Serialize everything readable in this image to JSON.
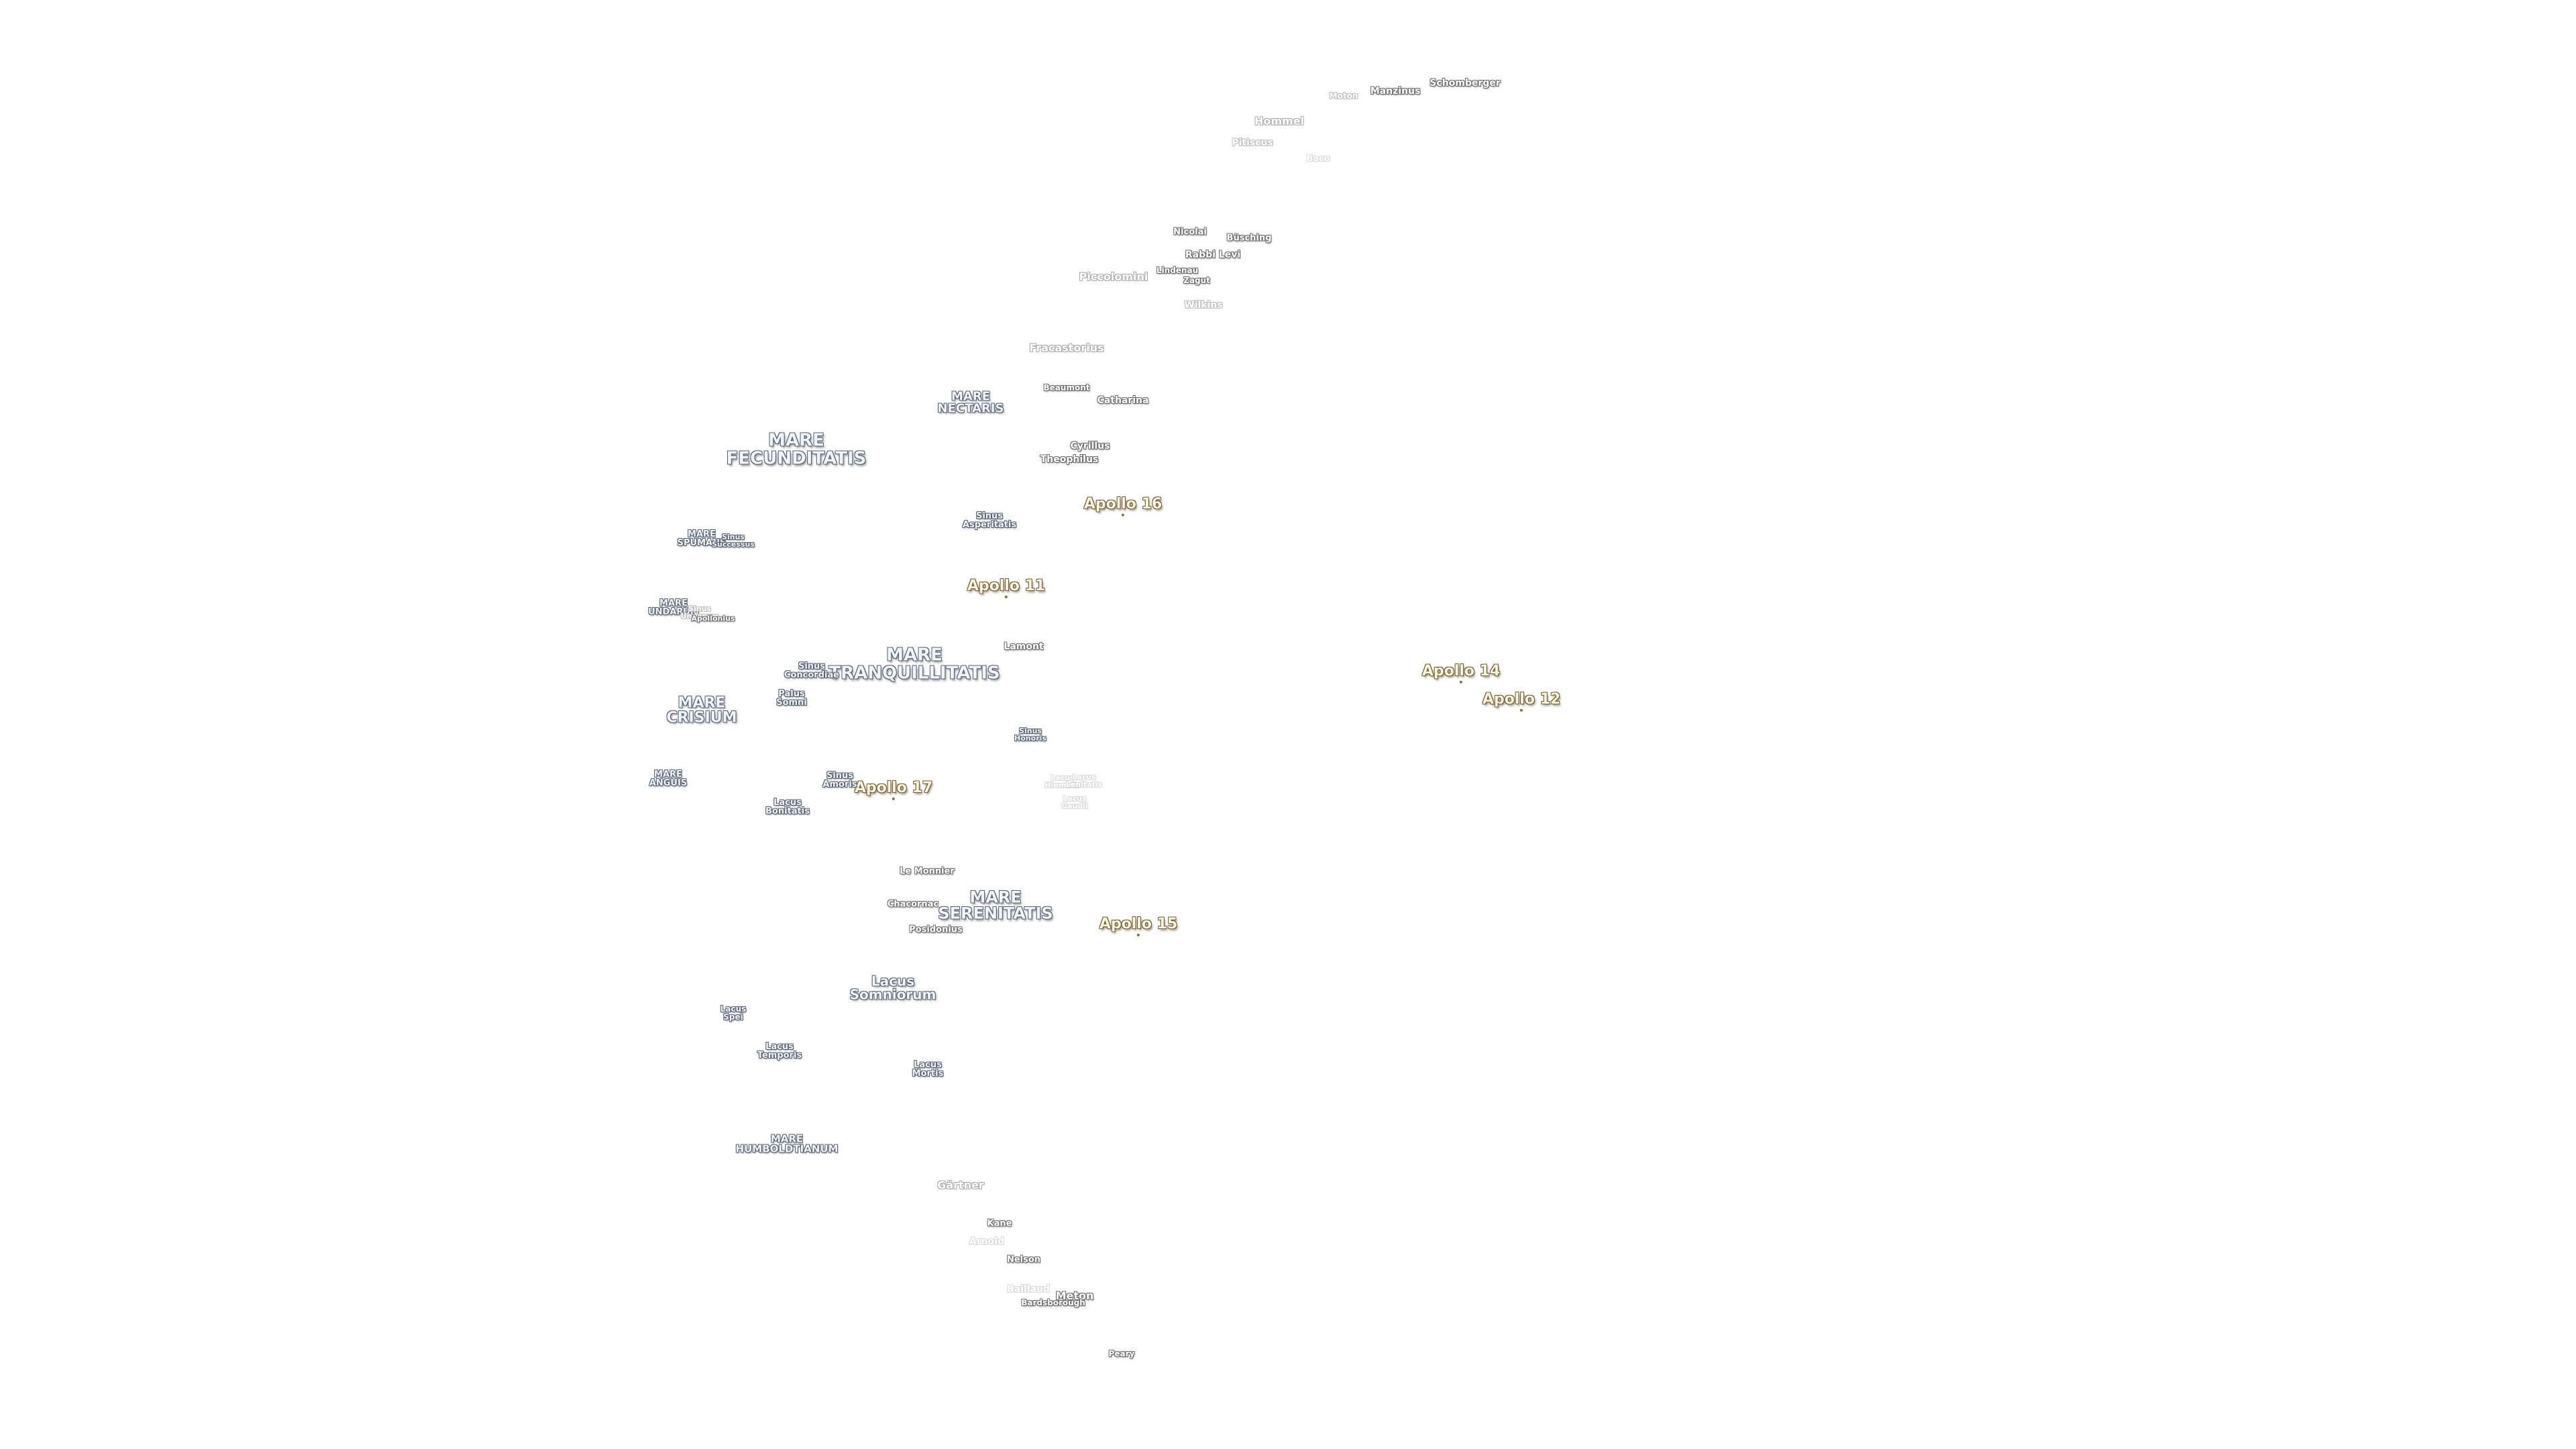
{
  "map": {
    "apollo_sites": {
      "apollo_11": "Apollo 11",
      "apollo_12": "Apollo 12",
      "apollo_14": "Apollo 14",
      "apollo_15": "Apollo 15",
      "apollo_16": "Apollo 16",
      "apollo_17": "Apollo 17"
    },
    "maria": {
      "fecunditatis": "MARE\nFECUNDITATIS",
      "nectaris": "MARE\nNECTARIS",
      "spumans": "MARE\nSPUMANS",
      "undarum": "MARE\nUNDARUM",
      "tranquillitatis": "MARE\nTRANQUILLITATIS",
      "crisium": "MARE\nCRISIUM",
      "anguis": "MARE\nANGUIS",
      "serenitatis": "MARE\nSERENITATIS",
      "humboldtianum": "MARE\nHUMBOLDTIANUM"
    },
    "lakes_bays": {
      "sinus_asperitatis": "Sinus\nAsperitatis",
      "sinus_successus": "Sinus\nSuccessus",
      "sinus_concordiae": "Sinus\nConcordiae",
      "sinus_honoris": "Sinus\nHonoris",
      "sinus_amoris": "Sinus\nAmoris",
      "lacus_bonitatis": "Lacus\nBonitatis",
      "lacus_somniorum": "Lacus\nSomniorum",
      "lacus_spei": "Lacus\nSpei",
      "lacus_temporis": "Lacus\nTemporis",
      "lacus_mortis": "Lacus\nMortis",
      "palus_somni": "Palus\nSomni",
      "lacus_hiemalis": "Lacus\nHiemalis",
      "lacus_lenitatis": "Lacus\nLenitatis",
      "lacus_gaudii": "Lacus\nGaudii"
    },
    "craters": {
      "schomberger": "Schomberger",
      "manzinus": "Manzinus",
      "moton": "Moton",
      "hommel": "Hommel",
      "pitiscus": "Pitiscus",
      "baco": "Baco",
      "nicolai": "Nicolai",
      "busching": "Büsching",
      "rabbi_levi": "Rabbi Levi",
      "lindenau": "Lindenau",
      "zagut": "Zagut",
      "piccolomini": "Piccolomini",
      "wilkins": "Wilkins",
      "fracastorius": "Fracastorius",
      "beaumont": "Beaumont",
      "catharina": "Catharina",
      "cyrillus": "Cyrillus",
      "theophilus": "Theophilus",
      "lamont": "Lamont",
      "le_monnier": "Le Monnier",
      "chacornac": "Chacornac",
      "posidonius": "Posidonius",
      "gartner": "Gärtner",
      "kane": "Kane",
      "arnold": "Arnold",
      "nelson": "Nelson",
      "baillaud": "Baillaud",
      "barbaborough": "Bardsborough",
      "meton": "Meton",
      "peary": "Peary",
      "apollonius": "Apollonius",
      "sinus_undarum": "Sinus\nUndarum"
    }
  }
}
